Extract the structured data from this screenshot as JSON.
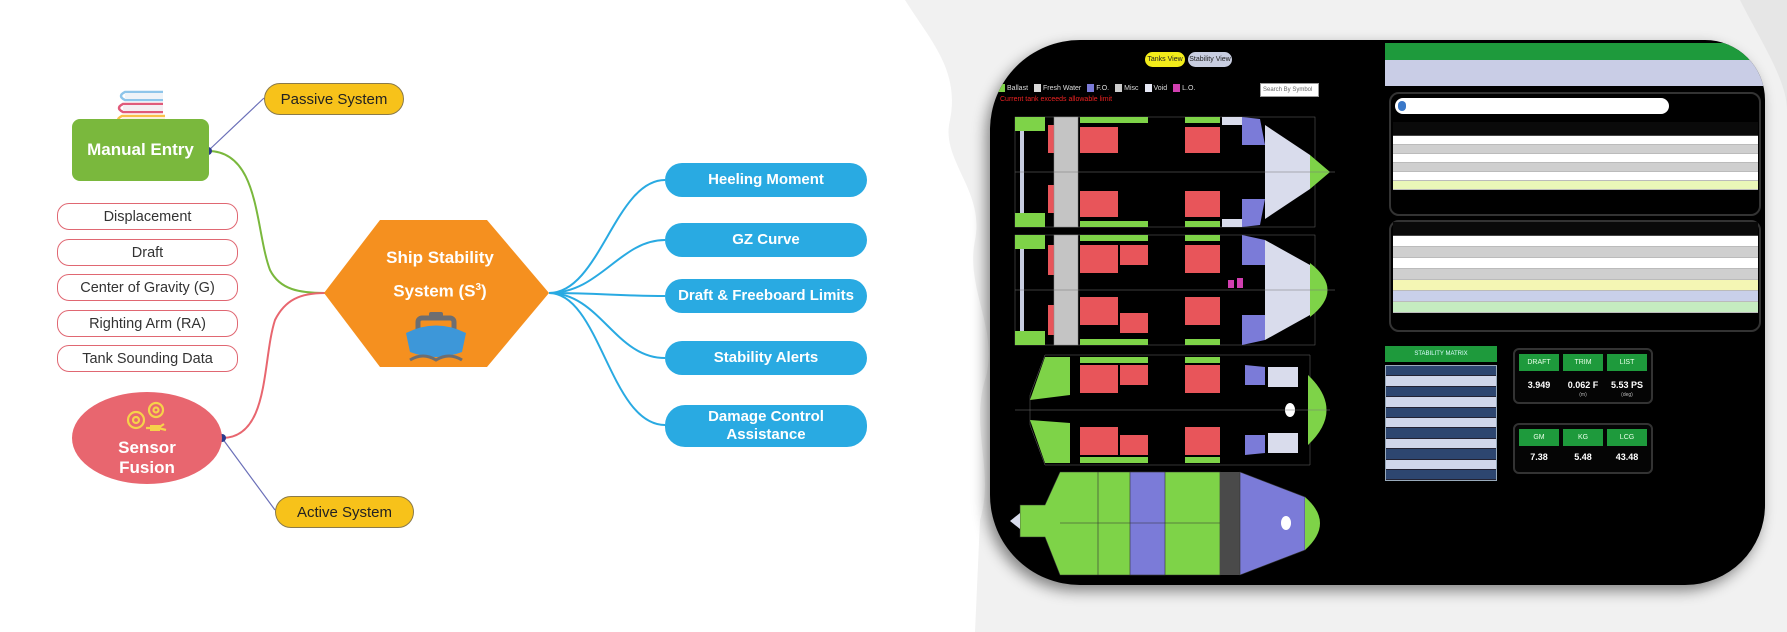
{
  "mindmap": {
    "center_node": {
      "line1": "Ship Stability",
      "line2": "System (S",
      "superscript": "3",
      "line2_end": ")",
      "icon": "ship-icon"
    },
    "manual_entry": {
      "label": "Manual Entry",
      "icon": "books-icon"
    },
    "sensor_fusion": {
      "line1": "Sensor",
      "line2": "Fusion",
      "icon": "gears-sensor-icon"
    },
    "passive_system": "Passive System",
    "active_system": "Active System",
    "manual_inputs": [
      "Displacement",
      "Draft",
      "Center of Gravity (G)",
      "Righting Arm (RA)",
      "Tank Sounding Data"
    ],
    "outputs": [
      {
        "label": "Heeling Moment"
      },
      {
        "label": "GZ Curve"
      },
      {
        "label": "Draft & Freeboard Limits"
      },
      {
        "label": "Stability Alerts"
      },
      {
        "label": "Damage Control",
        "label2": "Assistance"
      }
    ],
    "colors": {
      "manual_entry": "#7ab83d",
      "sensor_fusion": "#e8666f",
      "center": "#f5901f",
      "output": "#29aae2",
      "system_pill": "#f7c21a",
      "connector_dot": "#2b3a8c"
    }
  },
  "screenshot": {
    "view_buttons": [
      "Tanks View",
      "Stability View"
    ],
    "legend": [
      {
        "label": "Ballast",
        "color": "#7ed348"
      },
      {
        "label": "Fresh Water",
        "color": "#d8d8d8"
      },
      {
        "label": "F.O.",
        "color": "#7b7bd8"
      },
      {
        "label": "Misc",
        "color": "#cccccc"
      },
      {
        "label": "Void",
        "color": "#e6e8f5"
      },
      {
        "label": "L.O.",
        "color": "#d13fb0"
      }
    ],
    "warning_text": "Current tank exceeds allowable limit",
    "search_placeholder": "Search By Symbol",
    "draft_cards": [
      {
        "label": "DRAFT",
        "value": "3.949",
        "sub": ""
      },
      {
        "label": "TRIM",
        "value": "0.062 F",
        "sub": "(m)"
      },
      {
        "label": "LIST",
        "value": "5.53 PS",
        "sub": "(deg)"
      }
    ],
    "stability_cards": [
      {
        "label": "GM",
        "value": "7.38"
      },
      {
        "label": "KG",
        "value": "5.48"
      },
      {
        "label": "LCG",
        "value": "43.48"
      }
    ],
    "stability_matrix_title": "STABILITY MATRIX"
  }
}
